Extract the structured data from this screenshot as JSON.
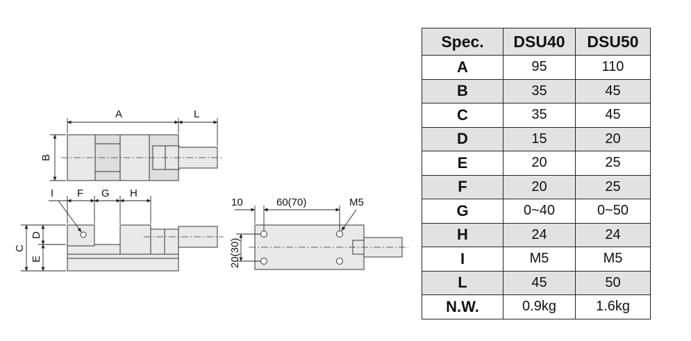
{
  "drawing": {
    "top_view": {
      "dim_A": "A",
      "dim_L": "L",
      "dim_B": "B"
    },
    "front_view": {
      "dim_I": "I",
      "dim_F": "F",
      "dim_G": "G",
      "dim_H": "H",
      "dim_C": "C",
      "dim_D": "D",
      "dim_E": "E"
    },
    "bottom_view": {
      "dim_10": "10",
      "dim_60": "60(70)",
      "dim_m5": "M5",
      "dim_20": "20(30)"
    }
  },
  "table": {
    "headers": [
      "Spec.",
      "DSU40",
      "DSU50"
    ],
    "rows": [
      {
        "label": "A",
        "dsu40": "95",
        "dsu50": "110"
      },
      {
        "label": "B",
        "dsu40": "35",
        "dsu50": "45"
      },
      {
        "label": "C",
        "dsu40": "35",
        "dsu50": "45"
      },
      {
        "label": "D",
        "dsu40": "15",
        "dsu50": "20"
      },
      {
        "label": "E",
        "dsu40": "20",
        "dsu50": "25"
      },
      {
        "label": "F",
        "dsu40": "20",
        "dsu50": "25"
      },
      {
        "label": "G",
        "dsu40": "0~40",
        "dsu50": "0~50"
      },
      {
        "label": "H",
        "dsu40": "24",
        "dsu50": "24"
      },
      {
        "label": "I",
        "dsu40": "M5",
        "dsu50": "M5"
      },
      {
        "label": "L",
        "dsu40": "45",
        "dsu50": "50"
      },
      {
        "label": "N.W.",
        "dsu40": "0.9kg",
        "dsu50": "1.6kg"
      }
    ]
  },
  "colors": {
    "part_fill": "#e9e9e9",
    "line": "#333333",
    "shade_row": "#e2e2e2"
  }
}
